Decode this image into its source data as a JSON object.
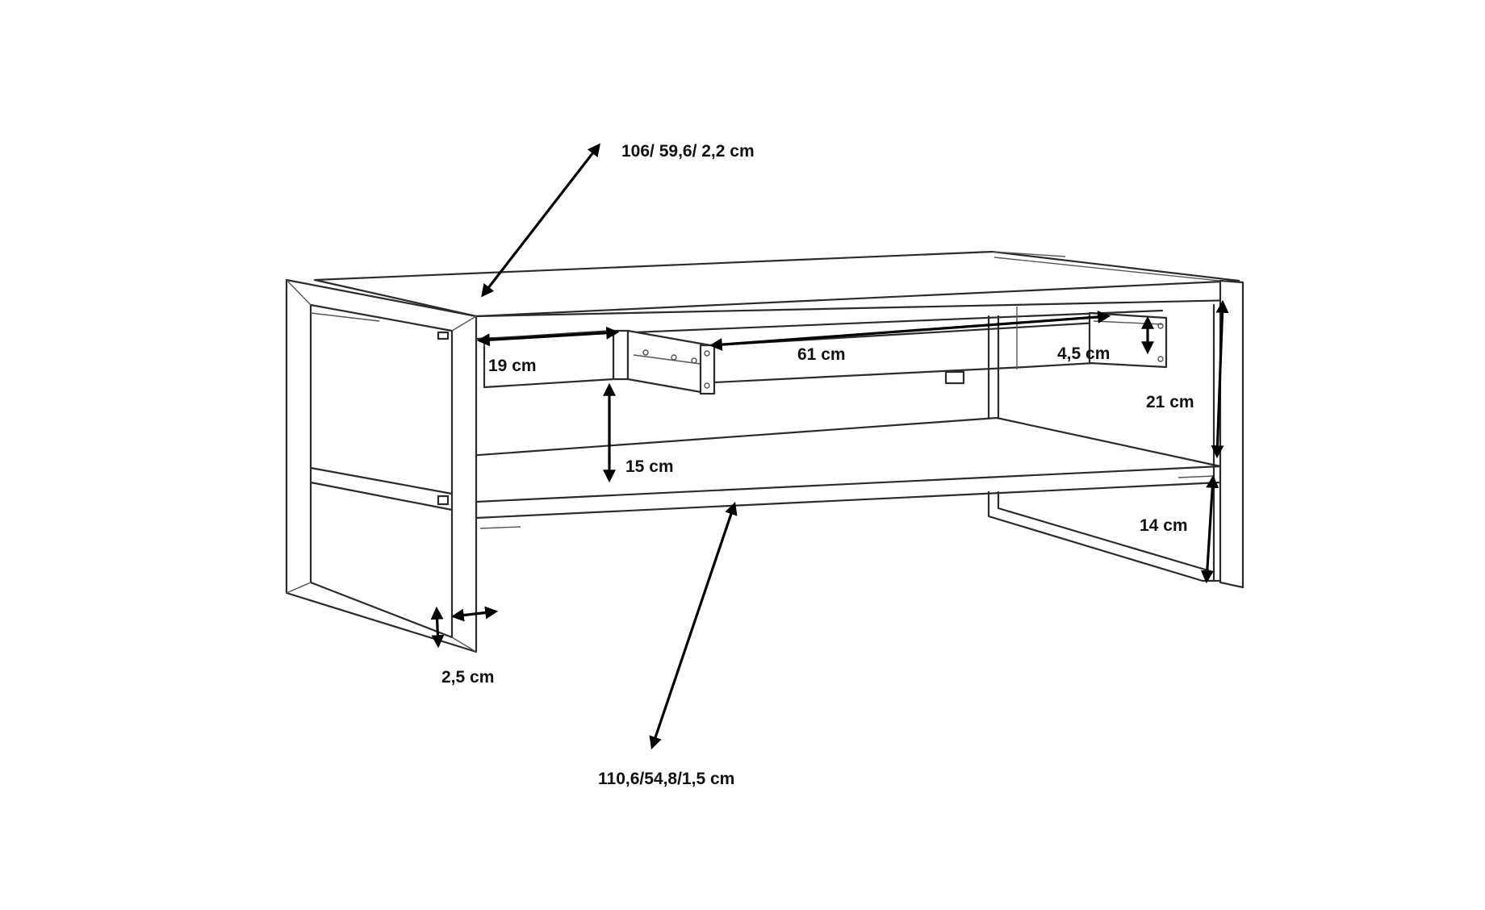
{
  "diagram": {
    "dimensions": {
      "top_panel": "106/ 59,6/ 2,2 cm",
      "drawer_depth": "19 cm",
      "drawer_width": "61 cm",
      "drawer_height": "4,5 cm",
      "upper_clearance": "21 cm",
      "shelf_gap": "15 cm",
      "lower_clearance": "14 cm",
      "frame_thickness": "2,5 cm",
      "bottom_shelf": "110,6/54,8/1,5 cm"
    }
  }
}
